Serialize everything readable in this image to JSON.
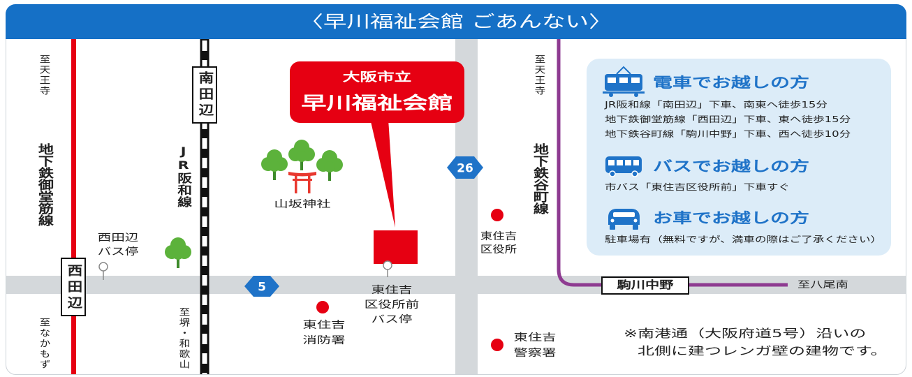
{
  "header": {
    "title": "〈早川福祉会館 ごあんない〉"
  },
  "callout": {
    "line1": "大阪市立",
    "line2": "早川福祉会館"
  },
  "rail_lines": {
    "midosuji": {
      "name": "地下鉄御堂筋線",
      "north_direction": "至天王寺",
      "south_direction": "至なかもず",
      "station": "西田辺"
    },
    "jr_hanwa": {
      "name": "JR阪和線",
      "south_direction": "至堺・和歌山",
      "station": "南田辺"
    },
    "tanimachi": {
      "name": "地下鉄谷町線",
      "north_direction": "至天王寺",
      "east_direction": "至八尾南",
      "station": "駒川中野"
    }
  },
  "routes": {
    "north_south": "26",
    "east_west": "5"
  },
  "landmarks": {
    "shrine": {
      "name": "山坂神社"
    },
    "nishitanabe_bus_stop": {
      "lines": [
        "西田辺",
        "バス停"
      ]
    },
    "ward_office": {
      "lines": [
        "東住吉",
        "区役所"
      ]
    },
    "ward_office_bus_stop": {
      "lines": [
        "東住吉",
        "区役所前",
        "バス停"
      ]
    },
    "fire_station": {
      "lines": [
        "東住吉",
        "消防署"
      ]
    },
    "police_station": {
      "lines": [
        "東住吉",
        "警察署"
      ]
    }
  },
  "access": {
    "train": {
      "icon": "train-icon",
      "heading": "電車でお越しの方",
      "lines": [
        "JR阪和線「南田辺」下車、南東へ徒歩15分",
        "地下鉄御堂筋線「西田辺」下車、東へ徒歩15分",
        "地下鉄谷町線「駒川中野」下車、西へ徒歩10分"
      ]
    },
    "bus": {
      "icon": "bus-icon",
      "heading": "バスでお越しの方",
      "lines": [
        "市バス「東住吉区役所前」下車すぐ"
      ]
    },
    "car": {
      "icon": "car-icon",
      "heading": "お車でお越しの方",
      "lines": [
        "駐車場有（無料ですが、満車の際はご了承ください）"
      ]
    }
  },
  "note": {
    "lines": [
      "※南港通（大阪府道5号）沿いの",
      "北側に建つレンガ壁の建物です。"
    ]
  },
  "colors": {
    "header_bg": "#1570c6",
    "red": "#e60012",
    "road": "#d4d8db",
    "panel_bg": "#dcecf8",
    "blue": "#1f73c8",
    "purple": "#8e3b91",
    "tree": "#5cb23b",
    "torii": "#e8382f"
  }
}
